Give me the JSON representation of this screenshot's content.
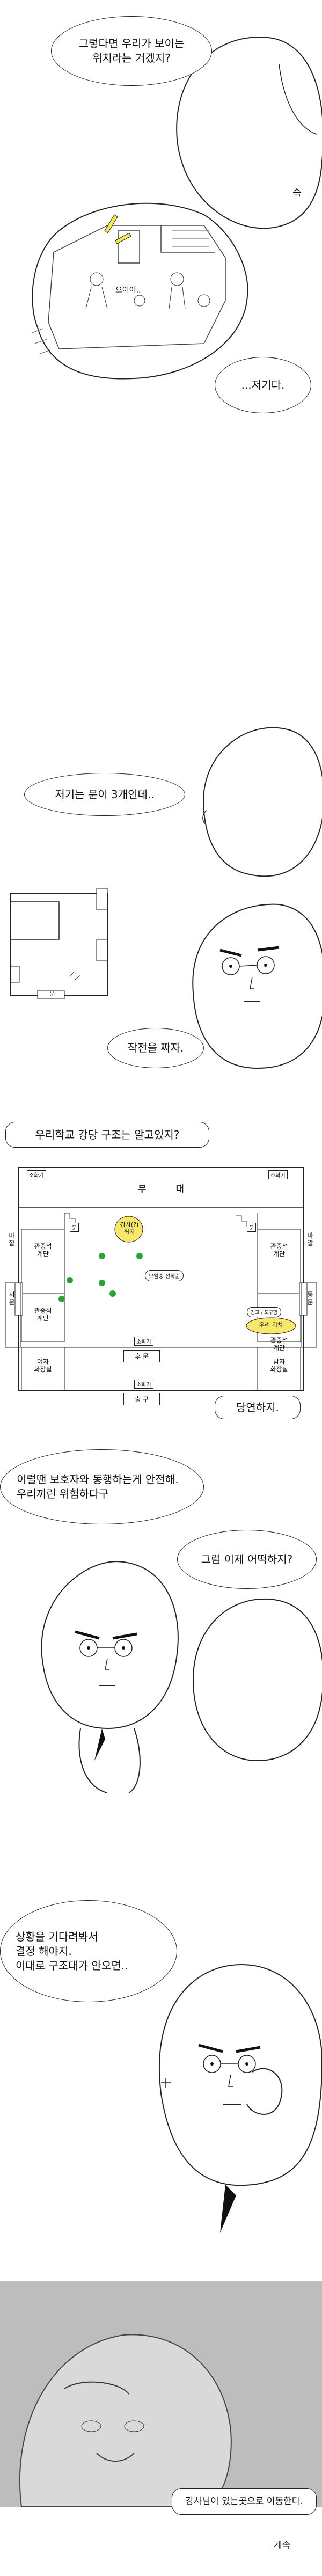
{
  "panel1": {
    "bubble_top": "그렇다면 우리가 보이는\n위치라는 거겠지?",
    "sfx_sok": "슥",
    "drawing_sfx": "으어어..",
    "bubble_bottom": "...저기다."
  },
  "panel2": {
    "bubble_top": "저기는 문이 3개인데..",
    "map_label_door": "문",
    "bubble_bottom": "작전을 짜자."
  },
  "panel3": {
    "bubble_top": "우리학교 강당 구조는 알고있지?",
    "stage_label": "무          대",
    "extinguisher": "소화기",
    "door": "문",
    "teacher_pos": "강사(?)\n위치",
    "seat_label": "모임중 선착순",
    "left_window": "바\n깥",
    "right_window": "바\n깥",
    "left_stairs": "관중석\n계단",
    "right_stairs": "관중석\n계단",
    "left_stairs2": "관중석\n계단",
    "right_stairs2": "관중석\n계단",
    "west_door": "서\n문",
    "east_door": "동\n문",
    "our_pos": "우리 위치",
    "our_note": "창고 / 도구함",
    "back_door": "후 문",
    "exit": "출 구",
    "women_restroom": "여자\n화장실",
    "men_restroom": "남자\n화장실",
    "bubble_bottom": "당연하지."
  },
  "panel4": {
    "bubble_left": "이럴땐 보호자와 동행하는게 안전해.\n우리끼린 위험하다구",
    "bubble_right": "그럼 이제 어떡하지?"
  },
  "panel5": {
    "bubble": "상황을 기다려봐서\n결정 해야지.\n이대로 구조대가 안오면.."
  },
  "panel6": {
    "caption": "강사님이 있는곳으로 이동한다.",
    "to_be_continued": "계속"
  }
}
